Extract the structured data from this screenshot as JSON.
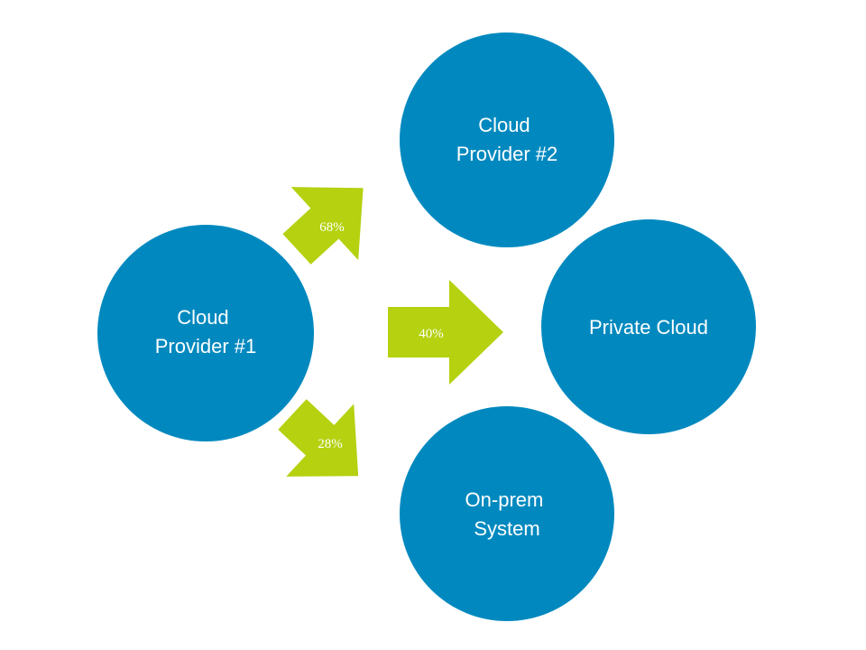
{
  "diagram": {
    "nodes": [
      {
        "id": "provider1",
        "lines": [
          "Cloud",
          "Provider #1"
        ]
      },
      {
        "id": "provider2",
        "lines": [
          "Cloud",
          "Provider #2"
        ]
      },
      {
        "id": "private",
        "lines": [
          "Private Cloud"
        ]
      },
      {
        "id": "onprem",
        "lines": [
          "On-prem",
          "System"
        ]
      }
    ],
    "arrows": [
      {
        "from": "provider1",
        "to": "provider2",
        "label": "68%"
      },
      {
        "from": "provider1",
        "to": "private",
        "label": "40%"
      },
      {
        "from": "provider1",
        "to": "onprem",
        "label": "28%"
      }
    ],
    "colors": {
      "node_fill": "#0189BF",
      "arrow_fill": "#B5D10F",
      "text": "#FFFFFF"
    }
  }
}
